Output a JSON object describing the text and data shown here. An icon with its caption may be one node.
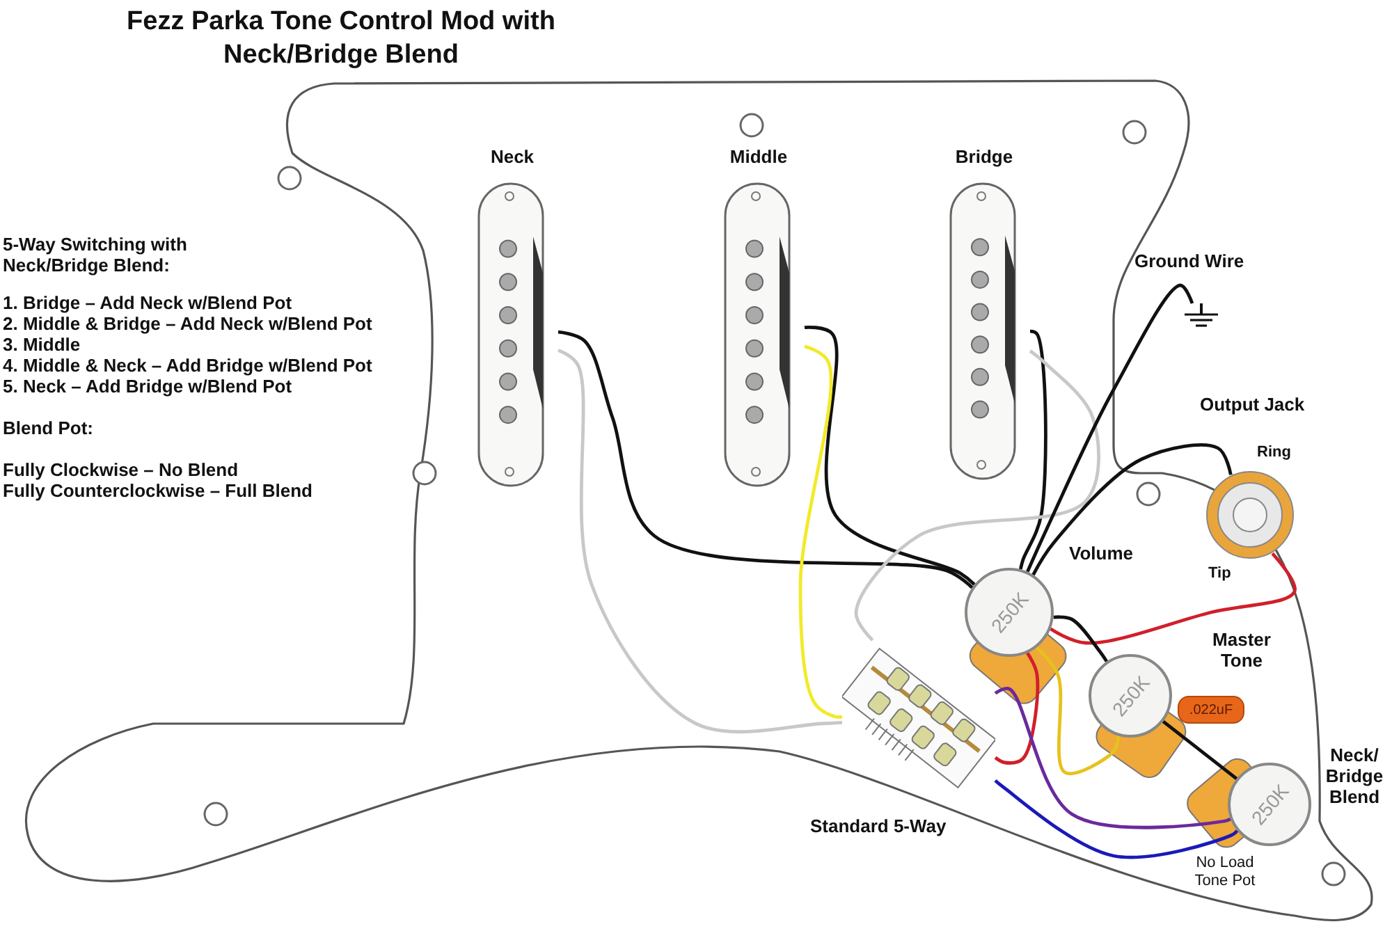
{
  "diagram": {
    "title": "Fezz Parka Tone Control Mod with Neck/Bridge Blend",
    "nodes": [
      {
        "text": [
          "Neck"
        ]
      },
      {
        "text": [
          "Middle"
        ]
      },
      {
        "text": [
          "Bridge"
        ]
      },
      {
        "text": [
          "250K"
        ],
        "beside": [
          "Volume"
        ]
      },
      {
        "text": [
          "250K"
        ],
        "beside": [
          "Master Tone"
        ]
      },
      {
        "text": [
          ".022uF"
        ]
      },
      {
        "text": [
          "250K"
        ],
        "beside": [
          "Neck/ Bridge Blend",
          "No Load Tone Pot"
        ]
      },
      {
        "text": [],
        "shape": "box",
        "beside": [
          "Standard 5-Way"
        ]
      },
      {
        "text": [],
        "shape": "circle",
        "beside": [
          "Output Jack",
          "Ring",
          "Tip"
        ]
      },
      {
        "text": [],
        "shape": "symbol",
        "beside": [
          "Ground Wire"
        ]
      }
    ],
    "edges": [
      {
        "from": 0,
        "to": 3,
        "arrow": "none"
      },
      {
        "from": 0,
        "to": 7,
        "arrow": "none",
        "color": "#c8c8c8"
      },
      {
        "from": 1,
        "to": 3,
        "arrow": "none"
      },
      {
        "from": 1,
        "to": 7,
        "arrow": "none",
        "color": "#f2ea2a"
      },
      {
        "from": 2,
        "to": 3,
        "arrow": "none"
      },
      {
        "from": 2,
        "to": 7,
        "arrow": "none",
        "color": "#c8c8c8"
      },
      {
        "from": 9,
        "to": 3,
        "arrow": "none"
      },
      {
        "from": 8,
        "to": 3,
        "arrow": "none"
      },
      {
        "from": 3,
        "to": 8,
        "arrow": "none",
        "color": "#d0202a"
      },
      {
        "from": 3,
        "to": 4,
        "arrow": "none"
      },
      {
        "from": 3,
        "to": 7,
        "arrow": "none",
        "color": "#d0202a"
      },
      {
        "from": 3,
        "to": 4,
        "arrow": "none",
        "color": "#e6c21c"
      },
      {
        "from": 4,
        "to": 6,
        "arrow": "none"
      },
      {
        "from": 7,
        "to": 6,
        "arrow": "none",
        "color": "#6a2a9c"
      },
      {
        "from": 7,
        "to": 6,
        "arrow": "none",
        "color": "#1a1ab8"
      }
    ],
    "labels": [
      "5-Way Switching with Neck/Bridge Blend:",
      "1. Bridge – Add Neck w/Blend Pot",
      "2. Middle & Bridge – Add Neck w/Blend Pot",
      "3. Middle",
      "4. Middle & Neck – Add Bridge w/Blend Pot",
      "5. Neck – Add Bridge w/Blend Pot",
      "Blend Pot:",
      "Fully Clockwise – No Blend",
      "Fully Counterclockwise – Full Blend"
    ]
  }
}
